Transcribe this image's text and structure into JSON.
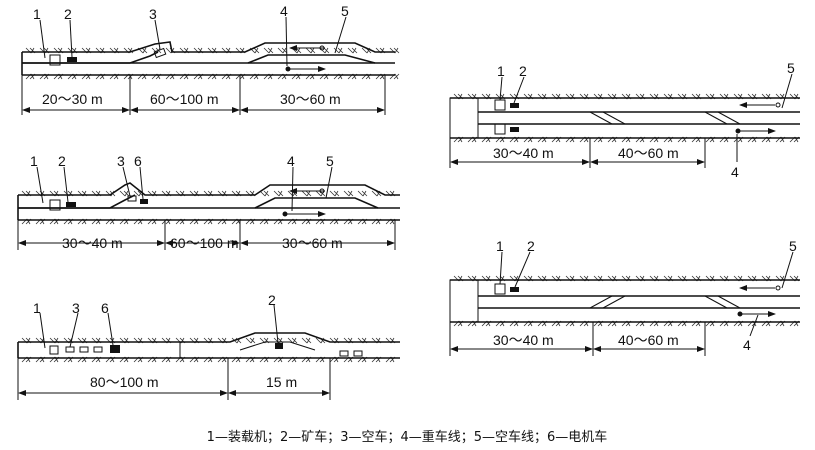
{
  "panels": [
    {
      "id": "a",
      "callouts": [
        "1",
        "2",
        "3",
        "4",
        "5"
      ],
      "dims": [
        "20～30 m",
        "60～100 m",
        "30～60 m"
      ]
    },
    {
      "id": "b",
      "callouts": [
        "1",
        "2",
        "3",
        "6",
        "4",
        "5"
      ],
      "dims": [
        "30～40 m",
        "60～100 m",
        "30～60 m"
      ]
    },
    {
      "id": "c",
      "callouts": [
        "1",
        "3",
        "6",
        "2"
      ],
      "dims": [
        "80～100 m",
        "15 m"
      ]
    },
    {
      "id": "d",
      "callouts": [
        "1",
        "2",
        "5",
        "4"
      ],
      "dims": [
        "30～40 m",
        "40～60 m"
      ]
    },
    {
      "id": "e",
      "callouts": [
        "1",
        "2",
        "5",
        "4"
      ],
      "dims": [
        "30～40 m",
        "40～60 m"
      ]
    }
  ],
  "caption": "1—装载机；2—矿车；3—空车；4—重车线；5—空车线；6—电机车"
}
